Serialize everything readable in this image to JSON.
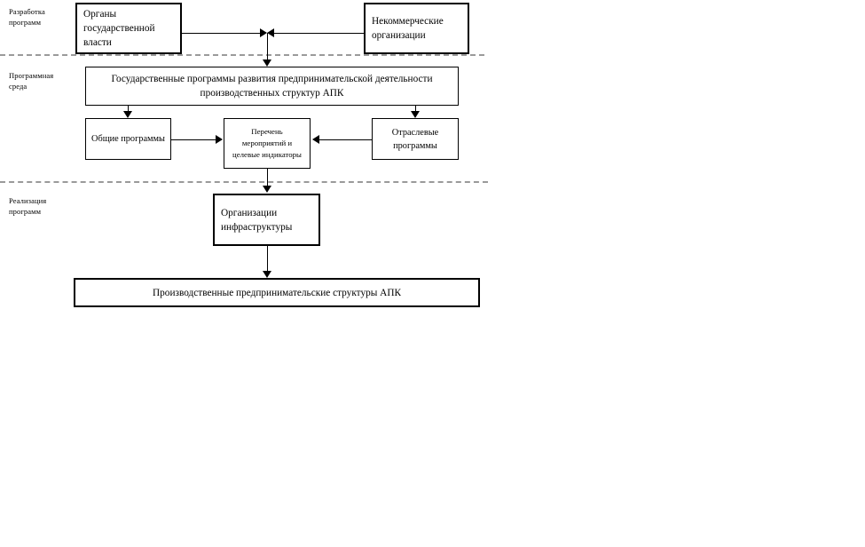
{
  "diagram": {
    "title": "",
    "stages": [
      {
        "name": "development",
        "label": "Разработка\nпрограмм"
      },
      {
        "name": "program-environment",
        "label": "Программная\nсреда"
      },
      {
        "name": "implementation",
        "label": "Реализация\nпрограмм"
      }
    ],
    "nodes": {
      "state_bodies": "Органы государственной власти",
      "nonprofit_orgs": "Некоммерческие организации",
      "state_programs": "Государственные программы развития предпринимательской деятельности производственных структур АПК",
      "general_programs": "Общие программы",
      "measures_list": "Перечень мероприятий и целевые индикаторы",
      "sector_programs": "Отраслевые программы",
      "infrastructure_orgs": "Организации инфраструктуры",
      "production_structures": "Производственные предпринимательские структуры АПК"
    },
    "colors": {
      "background": "#ffffff",
      "stroke": "#000000",
      "divider": "#9a9a9a"
    }
  }
}
